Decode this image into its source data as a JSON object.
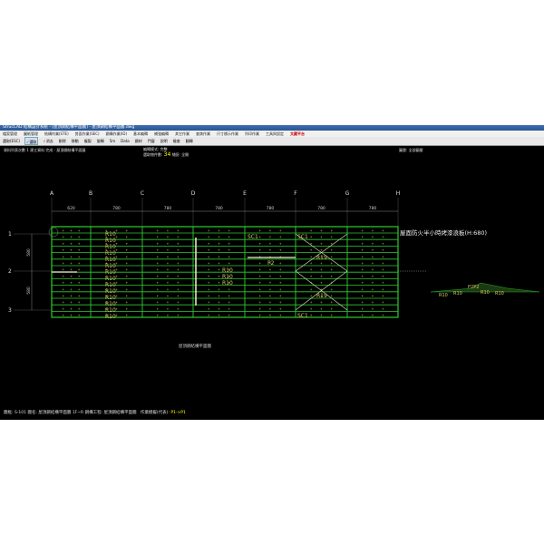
{
  "window": {
    "title": "StrucCAD 結構設計系統 - [屋頂鋼結構平面圖] - 屋頂鋼結構平面圖.dwg"
  },
  "menu": [
    "檔案管理",
    "圖紙管理",
    "結構作業(STE)",
    "剪面作業(SEC)",
    "鋼構作業(ID)",
    "基本編輯",
    "補強編輯",
    "其它作業",
    "查詢作業",
    "尺寸標示作業",
    "列印作業",
    "工具與設定"
  ],
  "menu_highlight": "文藏平台",
  "toolbar": [
    "選取(ESC)",
    "✓選取",
    "✓消去",
    "刪除",
    "移動",
    "複製",
    "旋轉",
    "5m",
    "Data",
    "鋼材",
    "門窗",
    "說明",
    "檢查",
    "翻轉"
  ],
  "info": {
    "left": "資料列表次數 1 建立資料 完成 - 屋頂鋼結構平面圖",
    "sel_label": "選取物件數:",
    "sel_value": "34",
    "mode_left": "編輯模式: 完整",
    "mode_right": "捕捉: 全開",
    "right_label": "圖層: 全部圖層"
  },
  "drawing": {
    "columns": [
      "A",
      "B",
      "C",
      "D",
      "E",
      "F",
      "G",
      "H"
    ],
    "spans": [
      "620",
      "780",
      "780",
      "780",
      "780",
      "780",
      "780"
    ],
    "rows": [
      "1",
      "2",
      "3"
    ],
    "row_spans": [
      "580",
      "580"
    ],
    "title": "屋頂鋼結構平面圖",
    "note": "屋面防火半小時烤漆浪板(H:680)",
    "purlin_label": "R10",
    "sc_label": "SC1",
    "brace_label": "R19",
    "beam_label": "P2",
    "section_labels": [
      "R10",
      "R10",
      "P2P2",
      "R10",
      "R10"
    ]
  },
  "status": {
    "text": "圖框: S-101 圖名: 屋頂鋼結構平面圖 1F~R 鋼構工程: 屋頂鋼結構平面圖",
    "mode": "作業模擬(代表):",
    "value": "P1->P1"
  },
  "colors": {
    "green": "#2ecc2e",
    "yellow": "#d9c86a",
    "white": "#f4f0d0"
  }
}
